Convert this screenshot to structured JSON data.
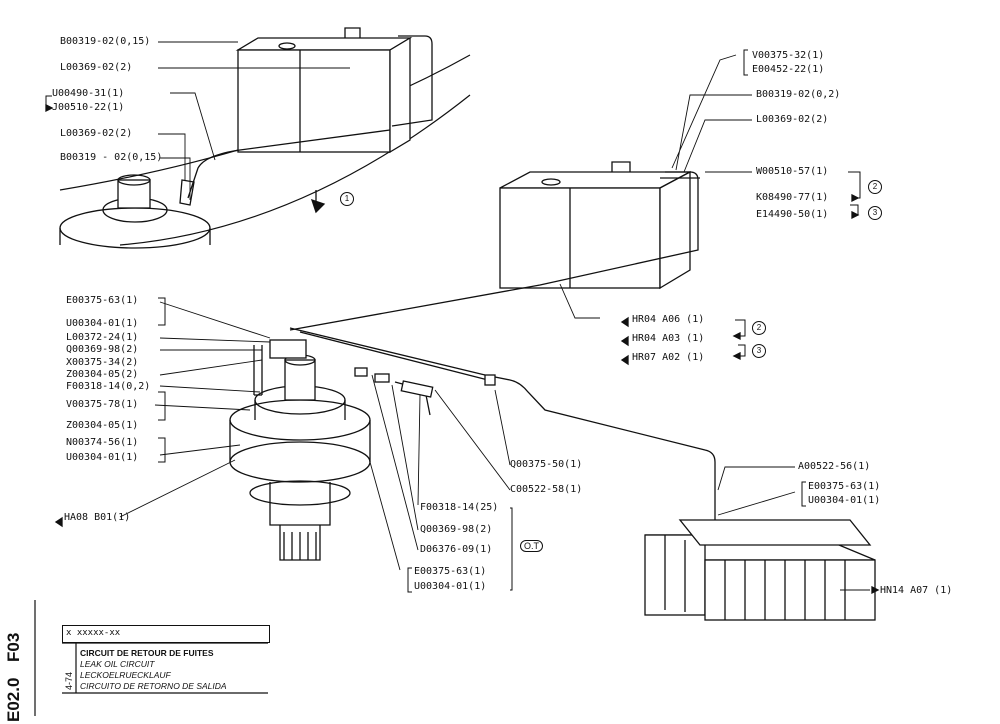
{
  "labels_topleft": {
    "b_015_top": "B00319-02(0,15)",
    "l_top": "L00369-02(2)",
    "u_top": "U00490-31(1)",
    "j_top": "J00510-22(1)",
    "l_mid": "L00369-02(2)",
    "b_015_mid": "B00319 - 02(0,15)"
  },
  "callout_1": "1",
  "labels_topright": {
    "v": "V00375-32(1)",
    "e": "E00452-22(1)",
    "b": "B00319-02(0,2)",
    "l": "L00369-02(2)",
    "w": "W00510-57(1)",
    "k": "K08490-77(1)",
    "e2": "E14490-50(1)",
    "c2": "2",
    "c3": "3"
  },
  "labels_hr": {
    "a06": "HR04  A06 (1)",
    "a03": "HR04  A03 (1)",
    "a02": "HR07  A02 (1)",
    "c2": "2",
    "c3": "3"
  },
  "labels_left": [
    "E00375-63(1)",
    "U00304-01(1)",
    "L00372-24(1)",
    "Q00369-98(2)",
    "X00375-34(2)",
    "Z00304-05(2)",
    "F00318-14(0,2)",
    "V00375-78(1)",
    "Z00304-05(1)",
    "N00374-56(1)",
    "U00304-01(1)"
  ],
  "label_ha08": "HA08  B01(1)",
  "labels_center": {
    "q_375": "Q00375-50(1)",
    "c_522": "C00522-58(1)",
    "f_318": "F00318-14(25)",
    "q_369": "Q00369-98(2)",
    "d_376": "D06376-09(1)",
    "e_375": "E00375-63(1)",
    "u_304": "U00304-01(1)",
    "ot": "O.T"
  },
  "labels_right": {
    "a_522": "A00522-56(1)",
    "e_375": "E00375-63(1)",
    "u_304": "U00304-01(1)",
    "hn14": "HN14  A07 (1)"
  },
  "title_block": {
    "code1": "F03",
    "code2": "E02.0",
    "date": "4-74",
    "ref": "x xxxxx-xx",
    "line_fr": "CIRCUIT DE RETOUR DE FUITES",
    "line_en": "LEAK OIL CIRCUIT",
    "line_de": "LECKOELRUECKLAUF",
    "line_es": "CIRCUITO DE RETORNO DE SALIDA"
  }
}
